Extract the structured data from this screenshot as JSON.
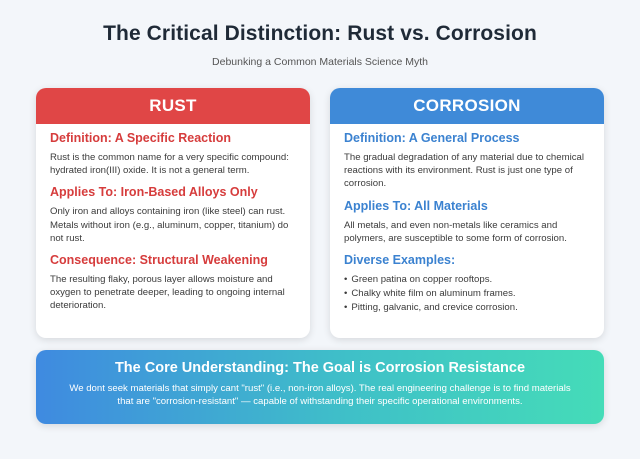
{
  "header": {
    "title": "The Critical Distinction: Rust vs. Corrosion",
    "subtitle": "Debunking a Common Materials Science Myth"
  },
  "rust": {
    "heading": "RUST",
    "definition_title": "Definition: A Specific Reaction",
    "definition_text": "Rust is the common name for a very specific compound: hydrated iron(III) oxide. It is not a general term.",
    "applies_title": "Applies To: Iron-Based Alloys Only",
    "applies_text": "Only iron and alloys containing iron (like steel) can rust. Metals without iron (e.g., aluminum, copper, titanium) do not rust.",
    "consequence_title": "Consequence: Structural Weakening",
    "consequence_text": "The resulting flaky, porous layer allows moisture and oxygen to penetrate deeper, leading to ongoing internal deterioration."
  },
  "corrosion": {
    "heading": "CORROSION",
    "definition_title": "Definition: A General Process",
    "definition_text": "The gradual degradation of any material due to chemical reactions with its environment. Rust is just one type of corrosion.",
    "applies_title": "Applies To: All Materials",
    "applies_text": "All metals, and even non-metals like ceramics and polymers, are susceptible to some form of corrosion.",
    "examples_title": "Diverse Examples:",
    "examples": [
      "Green patina on copper rooftops.",
      "Chalky white film on aluminum frames.",
      "Pitting, galvanic, and crevice corrosion."
    ]
  },
  "banner": {
    "title": "The Core Understanding: The Goal is Corrosion Resistance",
    "text": "We dont seek materials that simply cant \"rust\" (i.e., non-iron alloys). The real engineering challenge is to find materials that are \"corrosion-resistant\" — capable of withstanding their specific operational environments."
  }
}
